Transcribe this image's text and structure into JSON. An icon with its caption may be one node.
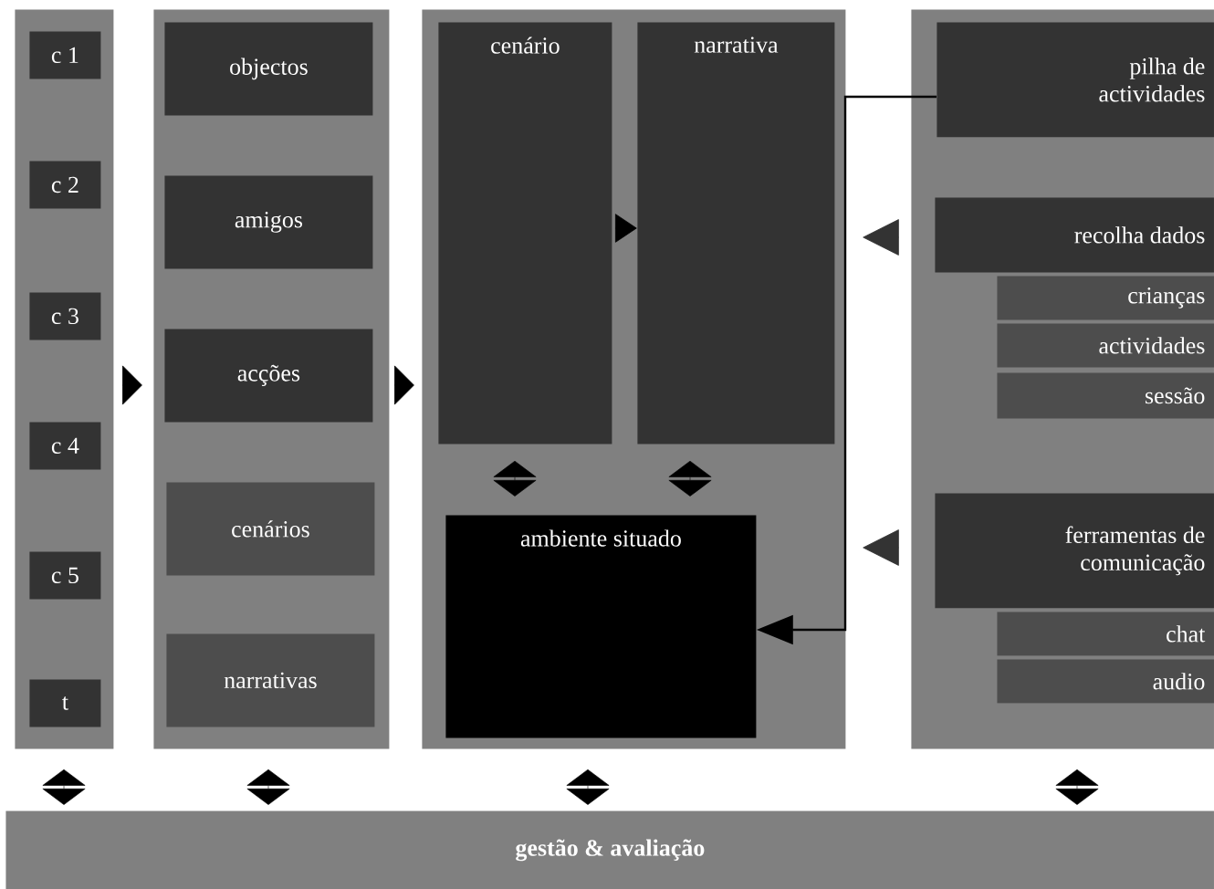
{
  "diagram": {
    "nodes": [
      {
        "text": [],
        "shape": "box"
      },
      {
        "text": [
          "c 1"
        ],
        "in": 0
      },
      {
        "text": [
          "c 2"
        ],
        "in": 0
      },
      {
        "text": [
          "c 3"
        ],
        "in": 0
      },
      {
        "text": [
          "c 4"
        ],
        "in": 0
      },
      {
        "text": [
          "c 5"
        ],
        "in": 0
      },
      {
        "text": [
          "t"
        ],
        "in": 0
      },
      {
        "text": [],
        "shape": "box"
      },
      {
        "text": [
          "objectos"
        ],
        "in": 7
      },
      {
        "text": [
          "amigos"
        ],
        "in": 7
      },
      {
        "text": [
          "acções"
        ],
        "in": 7
      },
      {
        "text": [
          "cenários"
        ],
        "in": 7
      },
      {
        "text": [
          "narrativas"
        ],
        "in": 7
      },
      {
        "text": [],
        "shape": "box"
      },
      {
        "text": [
          "cenário"
        ],
        "in": 13
      },
      {
        "text": [
          "narrativa"
        ],
        "in": 13
      },
      {
        "text": [
          "ambiente situado"
        ],
        "in": 13
      },
      {
        "text": [],
        "shape": "box"
      },
      {
        "text": [
          "pilha de actividades"
        ],
        "in": 17
      },
      {
        "text": [
          "recolha dados"
        ],
        "in": 17
      },
      {
        "text": [
          "crianças"
        ],
        "in": 17
      },
      {
        "text": [
          "actividades"
        ],
        "in": 17
      },
      {
        "text": [
          "sessão"
        ],
        "in": 17
      },
      {
        "text": [
          "ferramentas de comunicação"
        ],
        "in": 17
      },
      {
        "text": [
          "chat"
        ],
        "in": 17
      },
      {
        "text": [
          "audio"
        ],
        "in": 17
      },
      {
        "text": [
          "gestão & avaliação"
        ]
      }
    ],
    "edges": [
      {
        "from": 0,
        "to": 7,
        "arrow": "to"
      },
      {
        "from": 7,
        "to": 13,
        "arrow": "to"
      },
      {
        "from": 14,
        "to": 15,
        "arrow": "to"
      },
      {
        "from": 14,
        "to": 16,
        "arrow": "both"
      },
      {
        "from": 15,
        "to": 16,
        "arrow": "both"
      },
      {
        "from": 17,
        "to": 13,
        "arrow": "to",
        "color": "#333333"
      },
      {
        "from": 17,
        "to": 13,
        "arrow": "to",
        "color": "#333333"
      },
      {
        "from": 18,
        "to": 16,
        "arrow": "to"
      },
      {
        "from": 0,
        "to": 26,
        "arrow": "both"
      },
      {
        "from": 7,
        "to": 26,
        "arrow": "both"
      },
      {
        "from": 13,
        "to": 26,
        "arrow": "both"
      },
      {
        "from": 17,
        "to": 26,
        "arrow": "both"
      }
    ]
  }
}
